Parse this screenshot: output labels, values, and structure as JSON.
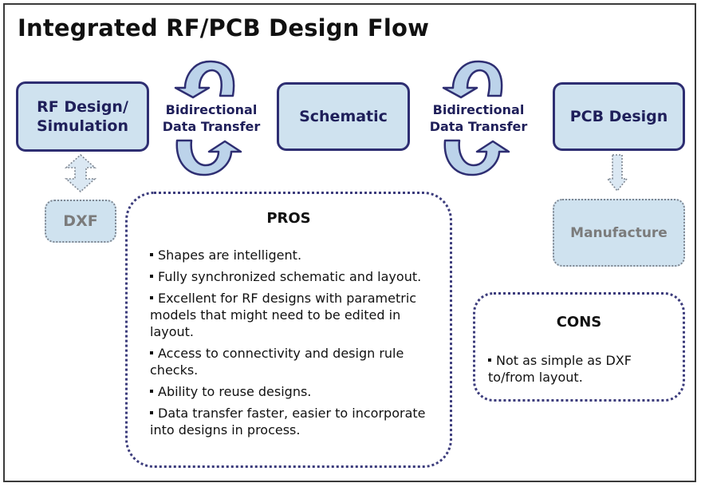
{
  "title": "Integrated RF/PCB Design Flow",
  "nodes": {
    "rf_design": "RF Design/\nSimulation",
    "rf_design_line1": "RF Design/",
    "rf_design_line2": "Simulation",
    "schematic": "Schematic",
    "pcb_design": "PCB Design",
    "dxf": "DXF",
    "manufacture": "Manufacture"
  },
  "transfers": [
    {
      "line1": "Bidirectional",
      "line2": "Data Transfer"
    },
    {
      "line1": "Bidirectional",
      "line2": "Data Transfer"
    }
  ],
  "pros": {
    "title": "PROS",
    "items": [
      "Shapes are intelligent.",
      "Fully synchronized schematic and layout.",
      "Excellent for RF designs with parametric models that might need to be edited in layout.",
      "Access to connectivity and design rule checks.",
      "Ability to reuse designs.",
      "Data transfer faster, easier to incorporate into designs in process."
    ]
  },
  "cons": {
    "title": "CONS",
    "items": [
      "Not as simple as DXF to/from layout."
    ]
  },
  "colors": {
    "box_fill": "#cfe2ef",
    "box_border": "#2e2e72",
    "box_text": "#1f1f5a",
    "dim_text": "#7b7b7b",
    "arrow_fill": "#a9c3e0"
  }
}
